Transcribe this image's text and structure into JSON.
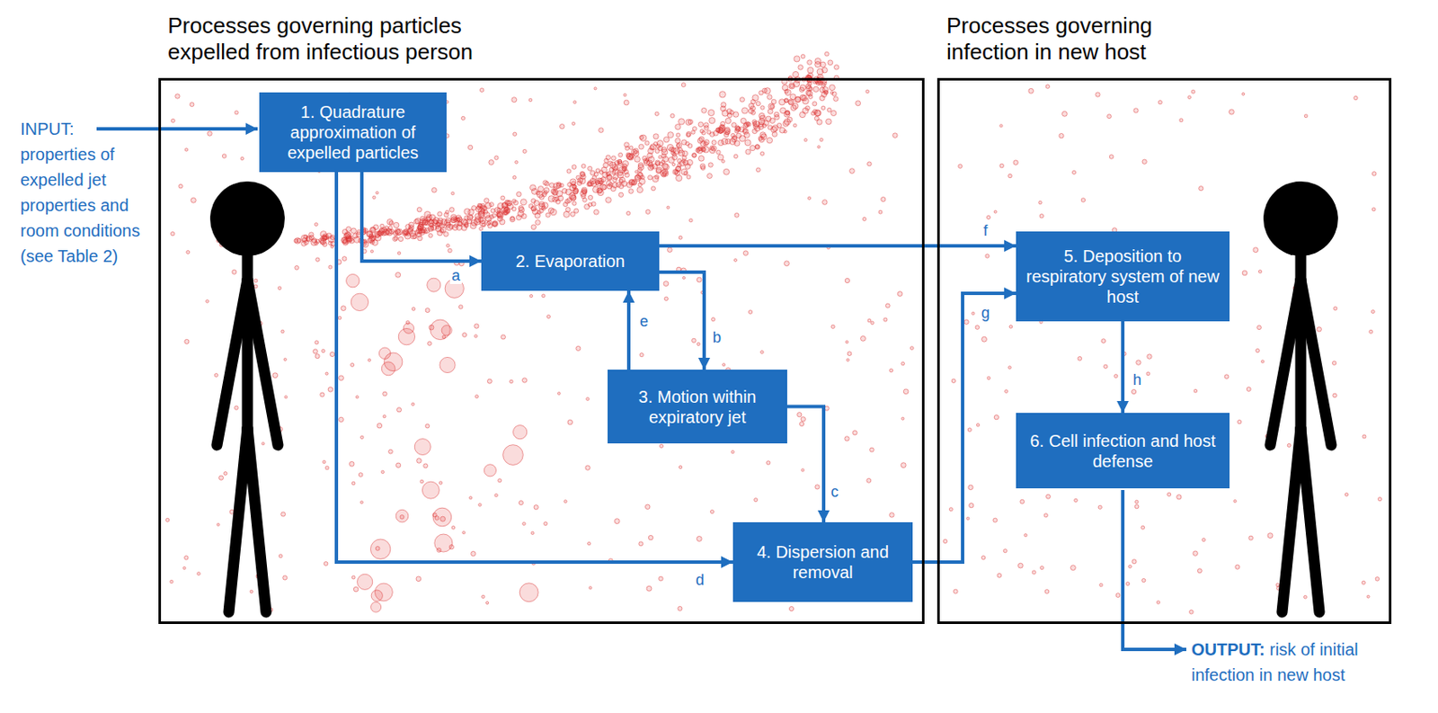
{
  "diagram": {
    "nodes": [
      {
        "text": [
          "Processes governing particles expelled from infectious person"
        ]
      },
      {
        "text": [
          "1. Quadrature approximation of expelled particles"
        ],
        "in": 0
      },
      {
        "text": [
          "2. Evaporation"
        ],
        "in": 0
      },
      {
        "text": [
          "3. Motion within expiratory jet"
        ],
        "in": 0
      },
      {
        "text": [
          "4. Dispersion and removal"
        ],
        "in": 0
      },
      {
        "text": [
          "Processes governing infection in new host"
        ]
      },
      {
        "text": [
          "5. Deposition to respiratory system of new host"
        ],
        "in": 5
      },
      {
        "text": [
          "6. Cell infection and host defense"
        ],
        "in": 5
      }
    ],
    "edges": [
      {
        "from": 1,
        "to": 2,
        "label": "a",
        "arrow": "to"
      },
      {
        "from": 2,
        "to": 3,
        "label": "b",
        "arrow": "to"
      },
      {
        "from": 3,
        "to": 4,
        "label": "c",
        "arrow": "to"
      },
      {
        "from": 1,
        "to": 4,
        "label": "d",
        "arrow": "to"
      },
      {
        "from": 3,
        "to": 2,
        "label": "e",
        "arrow": "to"
      },
      {
        "from": 2,
        "to": 6,
        "label": "f",
        "arrow": "to"
      },
      {
        "from": 4,
        "to": 6,
        "label": "g",
        "arrow": "to"
      },
      {
        "from": 6,
        "to": 7,
        "label": "h",
        "arrow": "to"
      }
    ],
    "labels": [
      "INPUT:",
      "properties of expelled jet properties and room conditions (see Table 2)",
      "OUTPUT:",
      "risk of initial infection in new host"
    ]
  }
}
